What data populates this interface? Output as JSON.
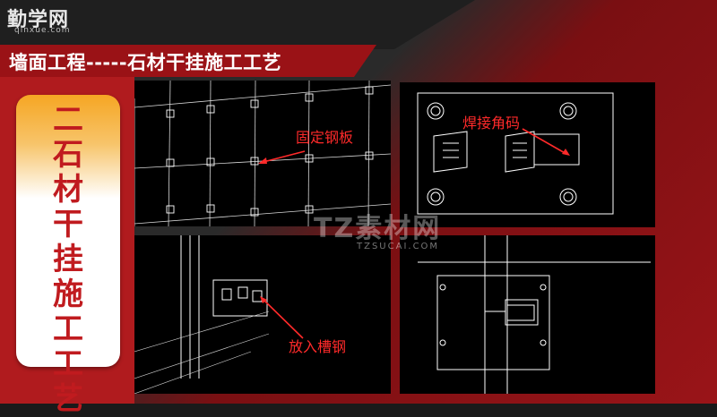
{
  "branding": {
    "logo_text": "勤学网",
    "logo_url_text": "qinxue.com"
  },
  "slide": {
    "title": "墙面工程-----石材干挂施工工艺",
    "side_label": [
      "二",
      "石",
      "材",
      "干",
      "挂",
      "施",
      "工",
      "工",
      "艺"
    ]
  },
  "panels": {
    "top_left_label": "固定钢板",
    "top_right_label": "焊接角码",
    "bottom_left_label": "放入槽钢"
  },
  "watermark": {
    "text": "TZ素材网",
    "sub": "TZSUCAI.COM"
  },
  "colors": {
    "accent_red": "#9a1216",
    "label_red": "#ff2a2a",
    "card_orange": "#f6a623"
  }
}
